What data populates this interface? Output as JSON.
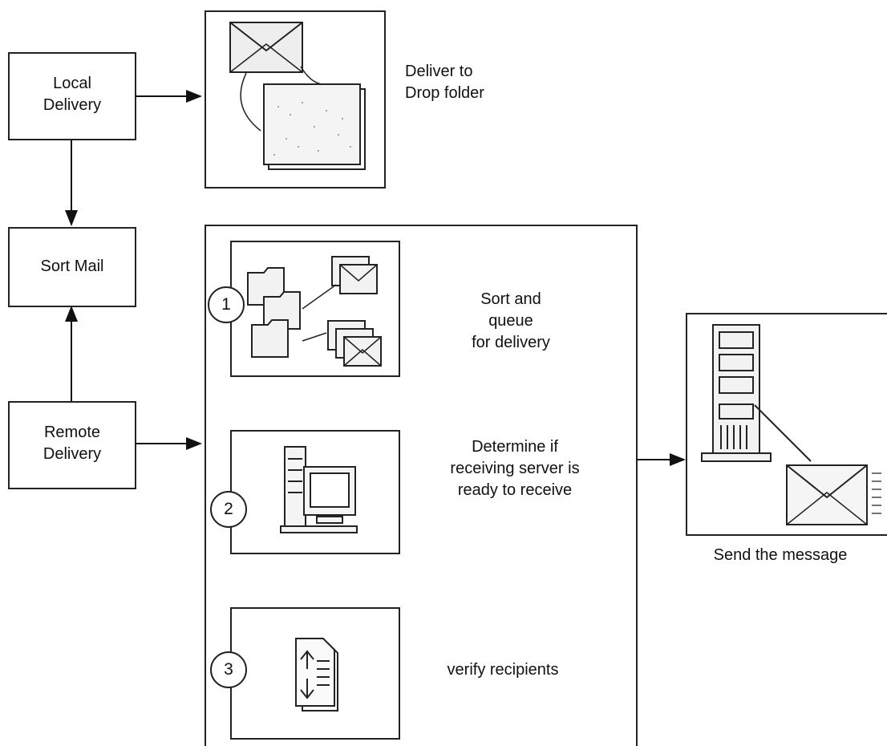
{
  "nodes": {
    "local_delivery": [
      "Local",
      "Delivery"
    ],
    "sort_mail": "Sort Mail",
    "remote_delivery": [
      "Remote",
      "Delivery"
    ]
  },
  "drop_folder": {
    "caption": [
      "Deliver to",
      "Drop folder"
    ],
    "icon": "envelope-to-folder-icon"
  },
  "steps": [
    {
      "number": "1",
      "caption": [
        "Sort and",
        "queue",
        "for delivery"
      ],
      "icon": "folders-and-envelopes-icon"
    },
    {
      "number": "2",
      "caption": [
        "Determine if",
        "receiving server is",
        "ready to receive"
      ],
      "icon": "server-computer-icon"
    },
    {
      "number": "3",
      "caption": [
        "verify recipients"
      ],
      "icon": "document-arrows-icon"
    }
  ],
  "send": {
    "caption": "Send the message",
    "icon": "server-sending-envelope-icon"
  }
}
